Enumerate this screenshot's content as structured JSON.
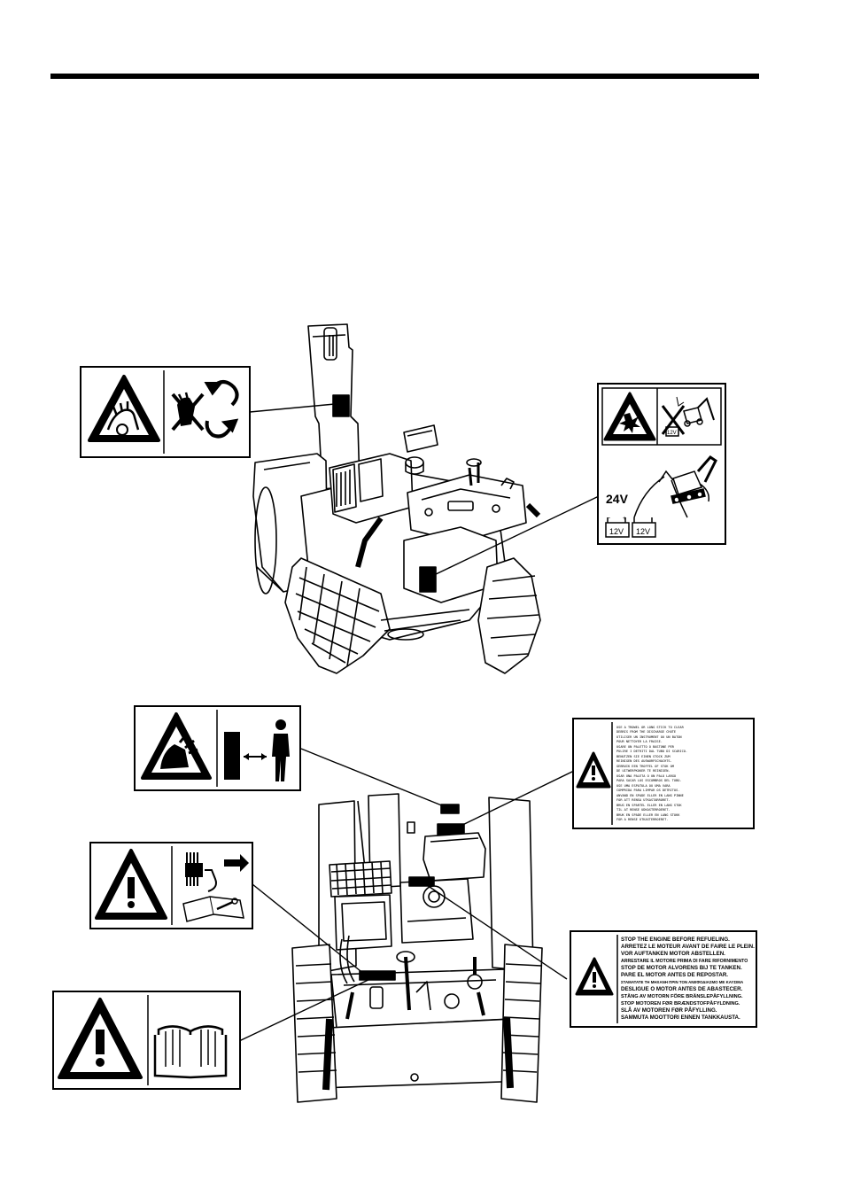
{
  "labels": {
    "battery": {
      "voltage_main": "24V",
      "battery_left": "12V",
      "battery_right": "12V",
      "small_battery": "12V",
      "plus_sign": "+",
      "minus_sign": "−"
    },
    "discharge_chute": {
      "lines": [
        "USE A TROWEL OR LONG STICK TO CLEAR",
        "DEBRIS FROM THE DISCHARGE CHUTE",
        "UTILISER UN INSTRUMENT OU UN BATON",
        "POUR NETTOYER LA FRAISE.",
        "USARE UN PALETTO O BASTONE PER",
        "PULIRE I DETRITI DAL TUBO DI SCARICO.",
        "BENUTZEN SIE EINEN STOCK ZUM",
        "REINIGEN DES AUSWURFSCHACHTS.",
        "GEBRUIK EEN TROFFEL OF STOK OM",
        "DE UITWERPKOKER TE REINIGEN.",
        "USAR UNA PALETA O UN PALO LARGO",
        "PARA SACAR LOS ESCOMBROS DEL TUBO.",
        "USE UMA ESPATULA OU UMA VARA",
        "COMPRIDA PARA LIMPAR OS DETRITOS.",
        "ANVAND EN SPADE ELLER EN LANG PINNE",
        "FOR ATT RENSA UTKASTARRORET.",
        "BRUG EN SPARTEL ELLER EN LANG STOK",
        "TIL AT RENSE UDKASTERROERET.",
        "BRUK EN SPADE ELLER EN LANG STOKK",
        "FOR A RENSE UTKASTERROERET."
      ]
    },
    "refuel": {
      "lines": [
        "STOP THE ENGINE BEFORE REFUELING.",
        "ARRETEZ LE MOTEUR AVANT DE FAIRE LE PLEIN.",
        "VOR AUFTANKEN MOTOR ABSTELLEN.",
        "ARRESTARE IL MOTORE PRIMA DI FARE RIFORNIMENTO",
        "STOP DE MOTOR ALVORENS BIJ TE TANKEN.",
        "PARE EL MOTOR ANTES DE REPOSTAR.",
        "ΣΤΑΜΑΤΑΤΕ ΤΗ ΜΗΧΑΝΗ ΠΡΙΝ ΤΟΝ ΑΝΕΦΟΔΙΑΣΜΟ ΜΕ ΚΑΥΣΙΜΑ",
        "DESLIGUE O MOTOR ANTES DE ABASTECER.",
        "STÄNG AV MOTORN FÖRE BRÄNSLEPÅFYLLNING.",
        "STOP MOTOREN FØR BRÆNDSTOFPÅFYLDNING.",
        "SLÅ AV MOTOREN FØR PÅFYLLING.",
        "SAMMUTA MOOTTORI ENNEN TANKKAUSTA."
      ]
    }
  },
  "icons": {
    "auger_hazard": "hand-auger-warning-icon",
    "no_hands": "no-hands-icon",
    "rotating": "rotating-arrows-icon",
    "explosion": "explosion-warning-icon",
    "thrown_objects": "thrown-objects-warning-icon",
    "keep_distance": "keep-distance-person-icon",
    "warning": "exclamation-warning-icon",
    "maintenance": "disconnect-spark-plug-icon",
    "manual": "read-manual-book-icon"
  }
}
